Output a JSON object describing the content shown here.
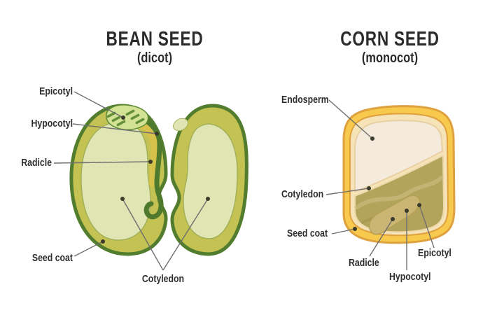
{
  "bean": {
    "title": "BEAN SEED",
    "subtitle": "(dicot)",
    "labels": {
      "epicotyl": "Epicotyl",
      "hypocotyl": "Hypocotyl",
      "radicle": "Radicle",
      "seed_coat": "Seed coat",
      "cotyledon": "Cotyledon"
    }
  },
  "corn": {
    "title": "CORN SEED",
    "subtitle": "(monocot)",
    "labels": {
      "endosperm": "Endosperm",
      "cotyledon": "Cotyledon",
      "seed_coat": "Seed coat",
      "radicle": "Radicle",
      "hypocotyl": "Hypocotyl",
      "epicotyl": "Epicotyl"
    }
  },
  "colors": {
    "bean_outline": "#527d2e",
    "bean_body": "#c3c252",
    "bean_inner": "#e0e5b4",
    "bean_inner_edge": "#a3b059",
    "bean_embryo": "#4f7a2d",
    "bean_hypocotyl": "#d6c14b",
    "plumule_fill": "#d3e295",
    "plumule_edge": "#5d8c34",
    "plumule_stripe": "#639036",
    "corn_outline": "#dfa03e",
    "corn_coat": "#f7c94d",
    "corn_band": "#f6e3b8",
    "corn_endosperm": "#f4ebdd",
    "corn_endosperm_edge": "#e8d0a3",
    "corn_cotyledon": "#b3a45c",
    "corn_cotyledon_edge": "#eed9ab",
    "corn_streak_light": "#c7b778",
    "corn_streak_dark": "#a3934d",
    "corn_embryo": "#cab672",
    "corn_embryo_edge": "#b4a053",
    "label_text": "#2e2e2e",
    "leader_line": "#6f6f6f",
    "dot": "#3b3b2c"
  }
}
